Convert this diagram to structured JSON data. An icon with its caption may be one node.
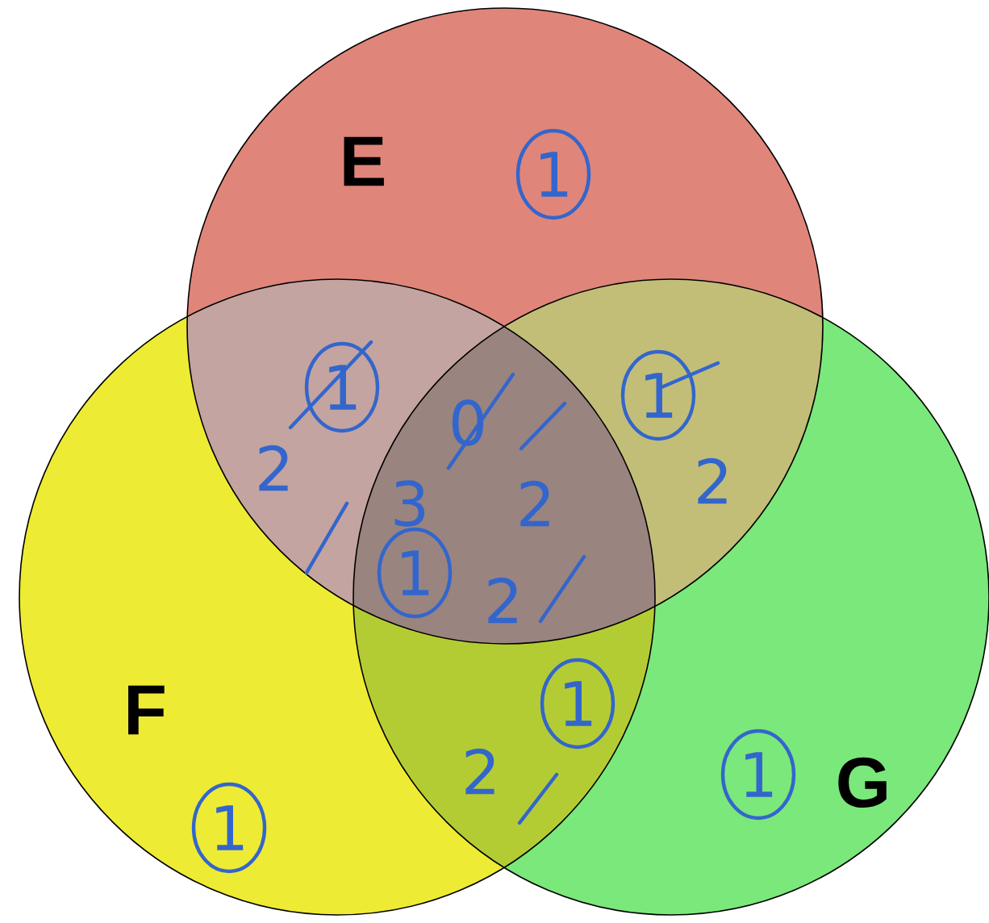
{
  "diagram": {
    "nodes": [
      {
        "text": [
          "E"
        ]
      },
      {
        "text": [
          "F"
        ]
      },
      {
        "text": [
          "G"
        ]
      }
    ],
    "labels": [
      "1",
      "1",
      "2",
      "1",
      "2",
      "0",
      "3",
      "2",
      "1",
      "2",
      "1",
      "2",
      "1",
      "1"
    ]
  }
}
